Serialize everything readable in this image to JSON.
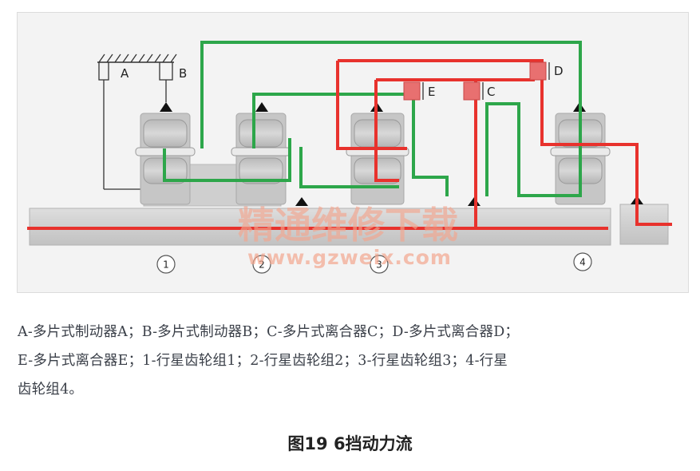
{
  "diagram": {
    "labels": {
      "brake_a": "A",
      "brake_b": "B",
      "clutch_c": "C",
      "clutch_d": "D",
      "clutch_e": "E",
      "gearset_1": "1",
      "gearset_2": "2",
      "gearset_3": "3",
      "gearset_4": "4"
    },
    "watermark": {
      "title": "精通维修下载",
      "url": "www.gzweix.com"
    },
    "colors": {
      "power_flow": "#e8322d",
      "path": "#2da64a",
      "housing": "#cccccc",
      "fill": "#f3f3f3"
    }
  },
  "caption": {
    "line1": "A-多片式制动器A；B-多片式制动器B；C-多片式离合器C；D-多片式离合器D；",
    "line2": "E-多片式离合器E；1-行星齿轮组1；2-行星齿轮组2；3-行星齿轮组3；4-行星",
    "line3": "齿轮组4。"
  },
  "title": "图19 6挡动力流"
}
